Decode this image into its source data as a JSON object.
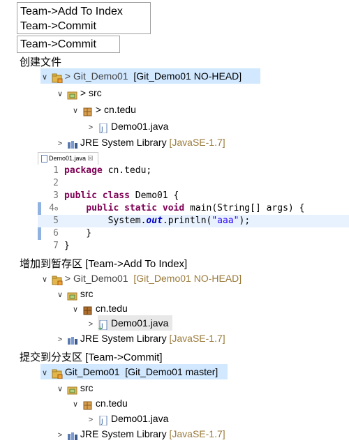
{
  "commands": {
    "line1": "Team->Add To Index",
    "line2": "Team->Commit",
    "single": "Team->Commit"
  },
  "sections": {
    "create": "创建文件",
    "index": "增加到暂存区 [Team->Add To Index]",
    "commit": "提交到分支区 [Team->Commit]"
  },
  "tree1": {
    "project": "> Git_Demo01",
    "project_info": "[Git_Demo01 NO-HEAD]",
    "src": "> src",
    "package": "> cn.tedu",
    "file": "Demo01.java",
    "jre": "JRE System Library",
    "jre_ver": "[JavaSE-1.7]"
  },
  "tree2": {
    "project": "> Git_Demo01",
    "project_info": "[Git_Demo01 NO-HEAD]",
    "src": "src",
    "package": "cn.tedu",
    "file": "Demo01.java",
    "jre": "JRE System Library",
    "jre_ver": "[JavaSE-1.7]"
  },
  "tree3": {
    "project": "Git_Demo01",
    "project_info": "[Git_Demo01 master]",
    "src": "src",
    "package": "cn.tedu",
    "file": "Demo01.java",
    "jre": "JRE System Library",
    "jre_ver": "[JavaSE-1.7]"
  },
  "editor": {
    "tab_label": "Demo01.java",
    "tab_close": "☒",
    "fold_marker": "⊖",
    "lines": [
      {
        "n": "1",
        "kw": "package",
        "rest": " cn.tedu;"
      },
      {
        "n": "2"
      },
      {
        "n": "3",
        "kw": "public class",
        "rest": " Demo01 {"
      },
      {
        "n": "4",
        "indent": "    ",
        "kw": "public static void",
        "rest": " main(String[] args) {"
      },
      {
        "n": "5",
        "indent": "        ",
        "pre": "System.",
        "ital": "out",
        "mid": ".println(",
        "str": "\"aaa\"",
        "post": ");"
      },
      {
        "n": "6",
        "rest": "    }"
      },
      {
        "n": "7",
        "rest": "}"
      }
    ]
  },
  "colors": {
    "selection": "#d1e8ff",
    "keyword": "#7f0055",
    "string": "#2a00ff",
    "annotation": "#9a7a3a"
  }
}
